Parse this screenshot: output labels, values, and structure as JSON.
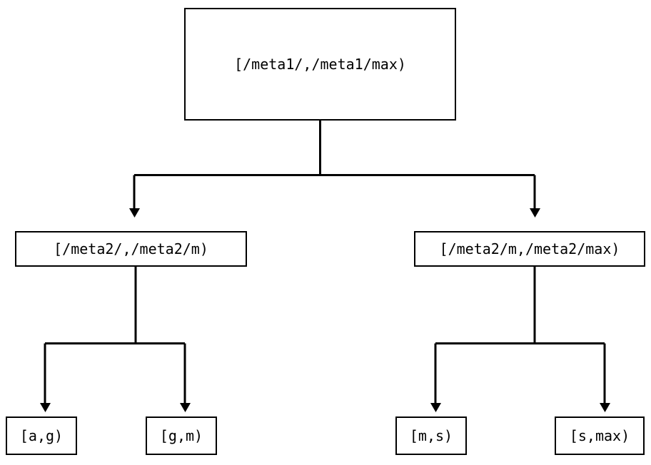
{
  "diagram": {
    "type": "tree",
    "title": "",
    "background_color": "#ffffff",
    "line_color": "#000000",
    "text_color": "#000000",
    "nodes": [
      {
        "id": "root",
        "label": "[/meta1/,/meta1/max)",
        "level": 0
      },
      {
        "id": "l1",
        "label": "[/meta2/,/meta2/m)",
        "level": 1
      },
      {
        "id": "r1",
        "label": "[/meta2/m,/meta2/max)",
        "level": 1
      },
      {
        "id": "leaf_ag",
        "label": "[a,g)",
        "level": 2
      },
      {
        "id": "leaf_gm",
        "label": "[g,m)",
        "level": 2
      },
      {
        "id": "leaf_ms",
        "label": "[m,s)",
        "level": 2
      },
      {
        "id": "leaf_smax",
        "label": "[s,max)",
        "level": 2
      }
    ],
    "edges": [
      {
        "from": "root",
        "to": "l1",
        "arrow": "triangle-down"
      },
      {
        "from": "root",
        "to": "r1",
        "arrow": "triangle-down"
      },
      {
        "from": "l1",
        "to": "leaf_ag",
        "arrow": "triangle-down"
      },
      {
        "from": "l1",
        "to": "leaf_gm",
        "arrow": "triangle-down"
      },
      {
        "from": "r1",
        "to": "leaf_ms",
        "arrow": "triangle-down"
      },
      {
        "from": "r1",
        "to": "leaf_smax",
        "arrow": "triangle-down"
      }
    ]
  }
}
